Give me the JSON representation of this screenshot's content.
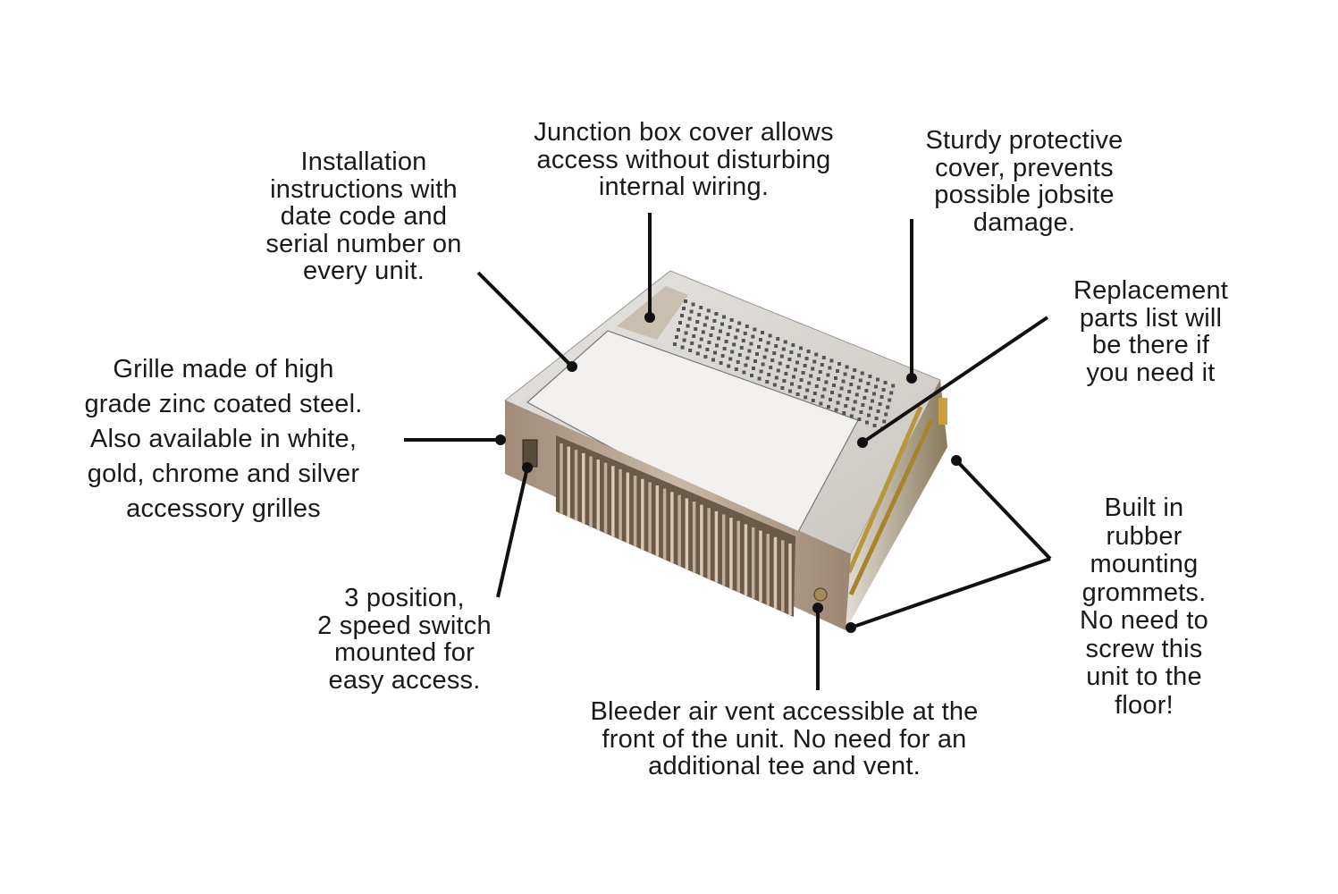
{
  "callouts": {
    "installation": [
      "Installation",
      "instructions with",
      "date code and",
      "serial number on",
      "every unit."
    ],
    "junction": [
      "Junction box cover allows",
      "access without disturbing",
      "internal wiring."
    ],
    "sturdy": [
      "Sturdy protective",
      "cover, prevents",
      "possible jobsite",
      "damage."
    ],
    "replacement": [
      "Replacement",
      "parts list will",
      "be there if",
      "you need it"
    ],
    "grille": [
      "Grille made of high",
      "grade zinc coated steel.",
      "Also available in white,",
      "gold, chrome and silver",
      "accessory grilles"
    ],
    "switch": [
      "3 position,",
      "2 speed switch",
      "mounted for",
      "easy access."
    ],
    "grommets": [
      "Built in",
      "rubber",
      "mounting",
      "grommets.",
      "No need to",
      "screw this",
      "unit to the",
      "floor!"
    ],
    "bleeder": [
      "Bleeder air vent accessible at the",
      "front of the unit. No need for an",
      "additional tee and vent."
    ]
  },
  "colors": {
    "leader": "#111111",
    "steel": "#cfcac4",
    "bronze": "#8a7560"
  }
}
